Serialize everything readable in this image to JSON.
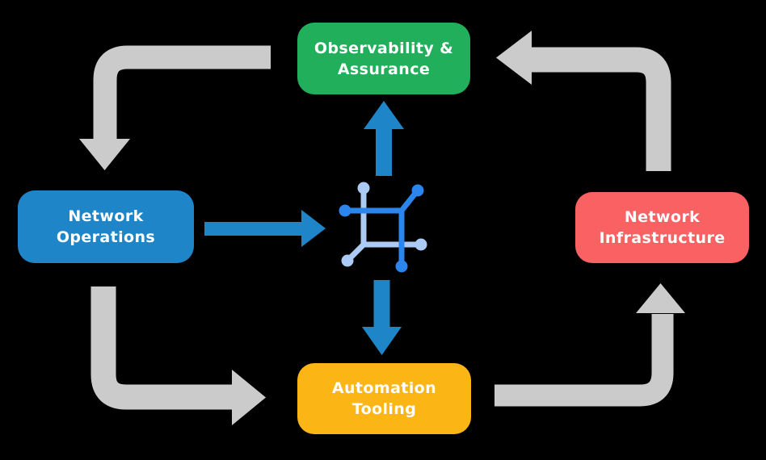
{
  "colors": {
    "background": "#000000",
    "observability_green": "#22AF5B",
    "operations_blue": "#1E86C8",
    "infrastructure_red": "#F96163",
    "tooling_yellow": "#FBB514",
    "arrow_gray": "#CBCBCB",
    "arrow_blue": "#1E86C8",
    "icon_dark_blue": "#2B85EC",
    "icon_light_blue": "#ABCAF4",
    "label_text": "#FFFFFF"
  },
  "nodes": {
    "observability": {
      "label": "Observability &\nAssurance"
    },
    "operations": {
      "label": "Network\nOperations"
    },
    "infrastructure": {
      "label": "Network\nInfrastructure"
    },
    "tooling": {
      "label": "Automation\nTooling"
    }
  },
  "center_icon": {
    "name": "network-nodes-icon"
  },
  "flows": {
    "gray_cycle": [
      {
        "from": "Observability & Assurance",
        "to": "Network Operations"
      },
      {
        "from": "Network Operations",
        "to": "Automation Tooling"
      },
      {
        "from": "Automation Tooling",
        "to": "Network Infrastructure"
      },
      {
        "from": "Network Infrastructure",
        "to": "Observability & Assurance"
      }
    ],
    "blue_center": [
      {
        "from": "Network Operations",
        "to": "center icon"
      },
      {
        "from": "center icon",
        "to": "Observability & Assurance"
      },
      {
        "from": "center icon",
        "to": "Automation Tooling"
      }
    ]
  }
}
